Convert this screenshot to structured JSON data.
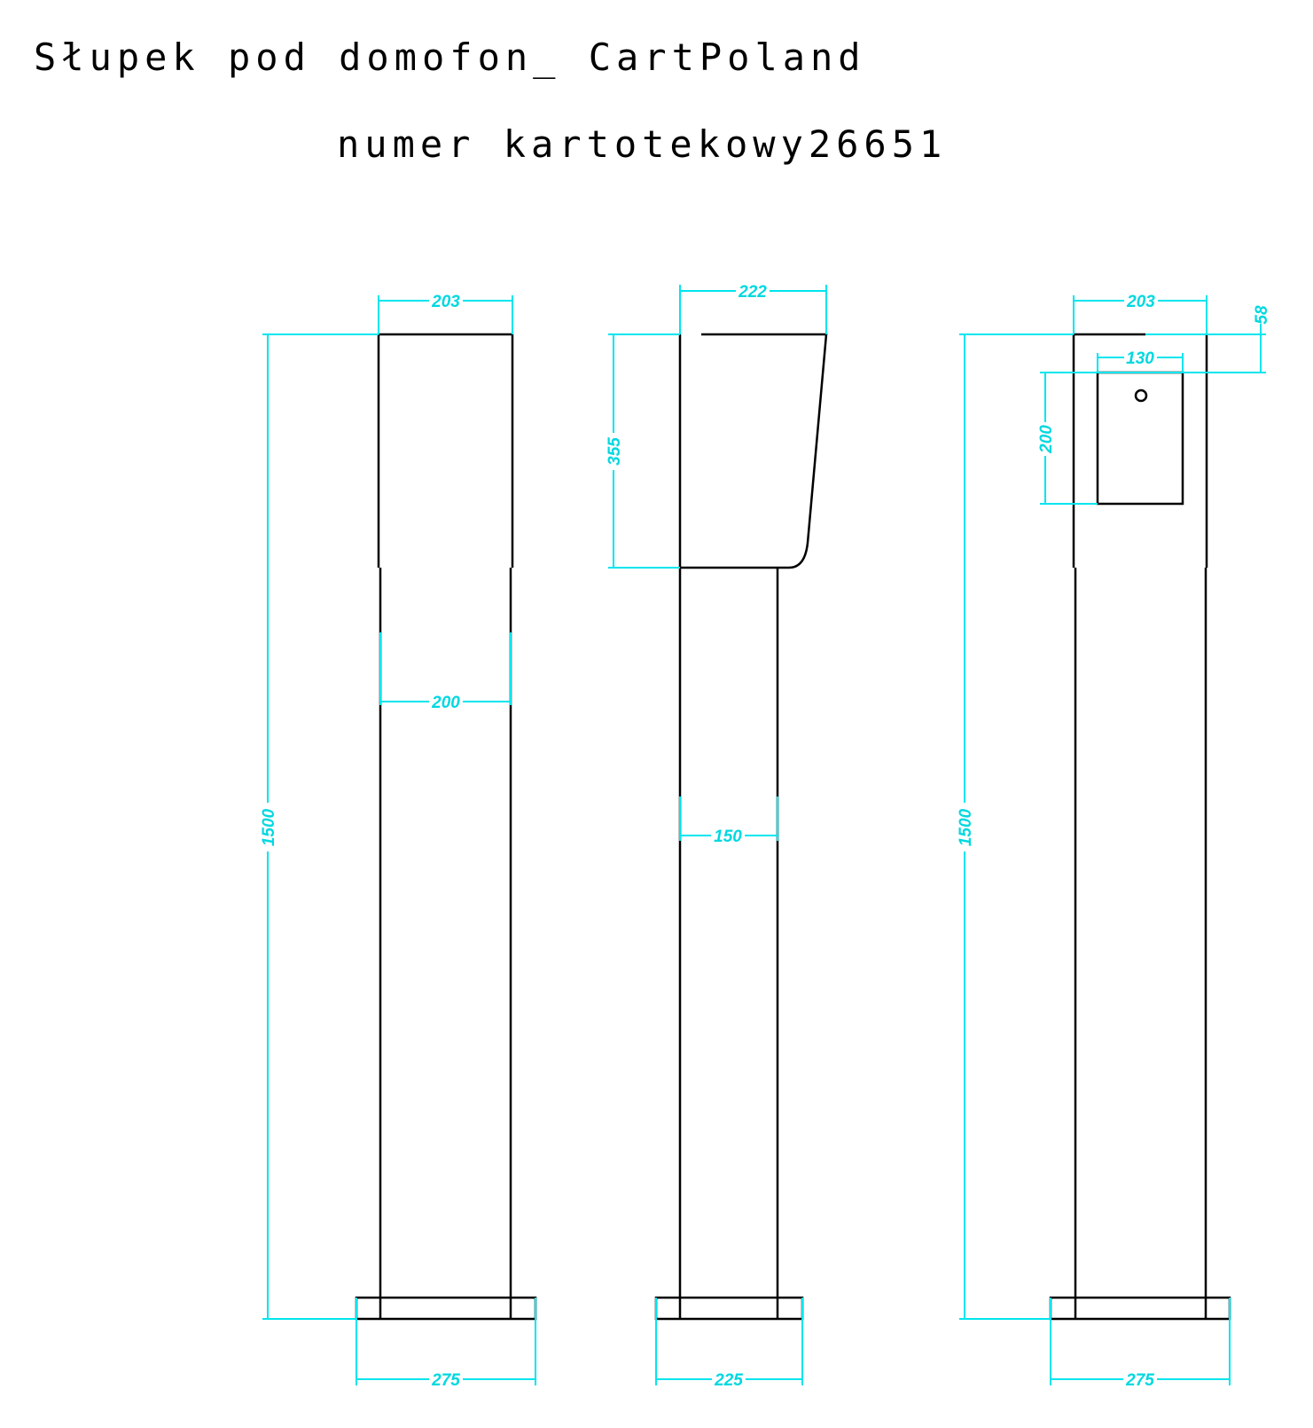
{
  "title": "Słupek pod domofon_ CartPoland",
  "subtitle": "numer kartotekowy26651",
  "colors": {
    "outline": "#000000",
    "dimension": "#00e5ee",
    "background": "#ffffff"
  },
  "views": {
    "front": {
      "top_width": "203",
      "post_width": "200",
      "height": "1500",
      "base_width": "275"
    },
    "side": {
      "top_width": "222",
      "head_height": "355",
      "post_width": "150",
      "base_width": "225"
    },
    "back": {
      "top_width": "203",
      "panel_offset": "58",
      "panel_width": "130",
      "panel_height": "200",
      "height": "1500",
      "base_width": "275"
    }
  }
}
